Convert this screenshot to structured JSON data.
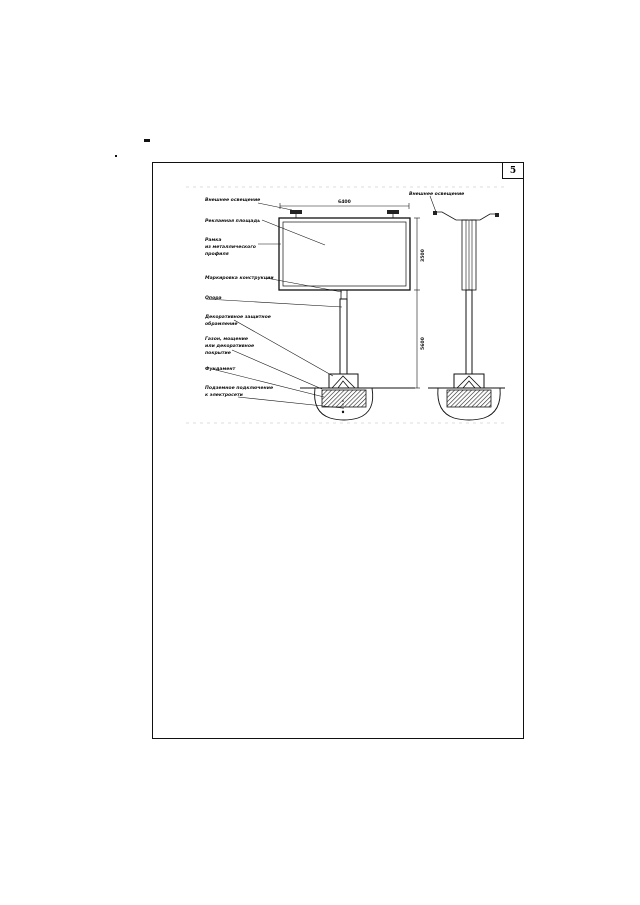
{
  "page_number": "5",
  "labels": {
    "external_lighting": "Внешнее освещение",
    "external_lighting_side": "Внешнее освещение",
    "ad_area": "Рекламная площадь",
    "frame_line1": "Рамка",
    "frame_line2": "из металлического",
    "frame_line3": "профиля",
    "structure_marking": "Маркировка конструкции",
    "support": "Опора",
    "decor_line1": "Декоративное защитное",
    "decor_line2": "обрамление",
    "lawn_line1": "Газон, мощение",
    "lawn_line2": "или декоративное",
    "lawn_line3": "покрытие",
    "foundation": "Фундамент",
    "power_line1": "Подземное подключение",
    "power_line2": "к электросети"
  },
  "dimensions": {
    "width": "6400",
    "panel_height": "3500",
    "pole_height": "5600"
  }
}
